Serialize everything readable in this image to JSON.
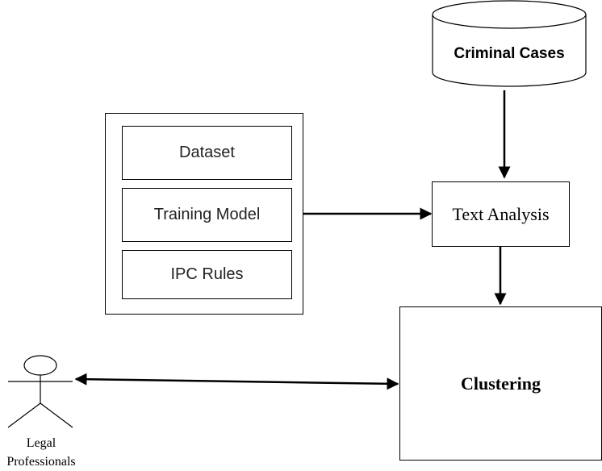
{
  "nodes": {
    "criminal_cases": "Criminal Cases",
    "dataset": "Dataset",
    "training_model": "Training Model",
    "ipc_rules": "IPC Rules",
    "text_analysis": "Text Analysis",
    "clustering": "Clustering",
    "actor_label_line1": "Legal",
    "actor_label_line2": "Professionals"
  }
}
